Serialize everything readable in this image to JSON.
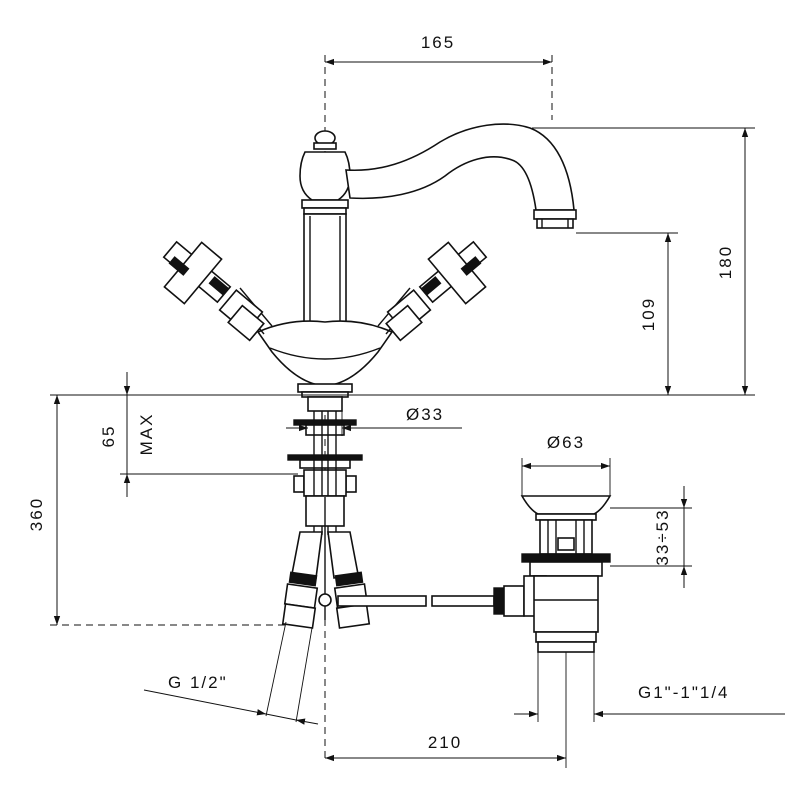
{
  "dimensions": {
    "spout_reach": "165",
    "total_height": "180",
    "spout_height": "109",
    "max_thickness_number": "65",
    "max_thickness_word": "MAX",
    "hose_length": "360",
    "hole_diameter": "Ø33",
    "waste_diameter": "Ø63",
    "waste_range": "33÷53",
    "inlet_thread": "G 1/2\"",
    "waste_thread": "G1\"-1\"1/4",
    "rod_distance": "210"
  }
}
